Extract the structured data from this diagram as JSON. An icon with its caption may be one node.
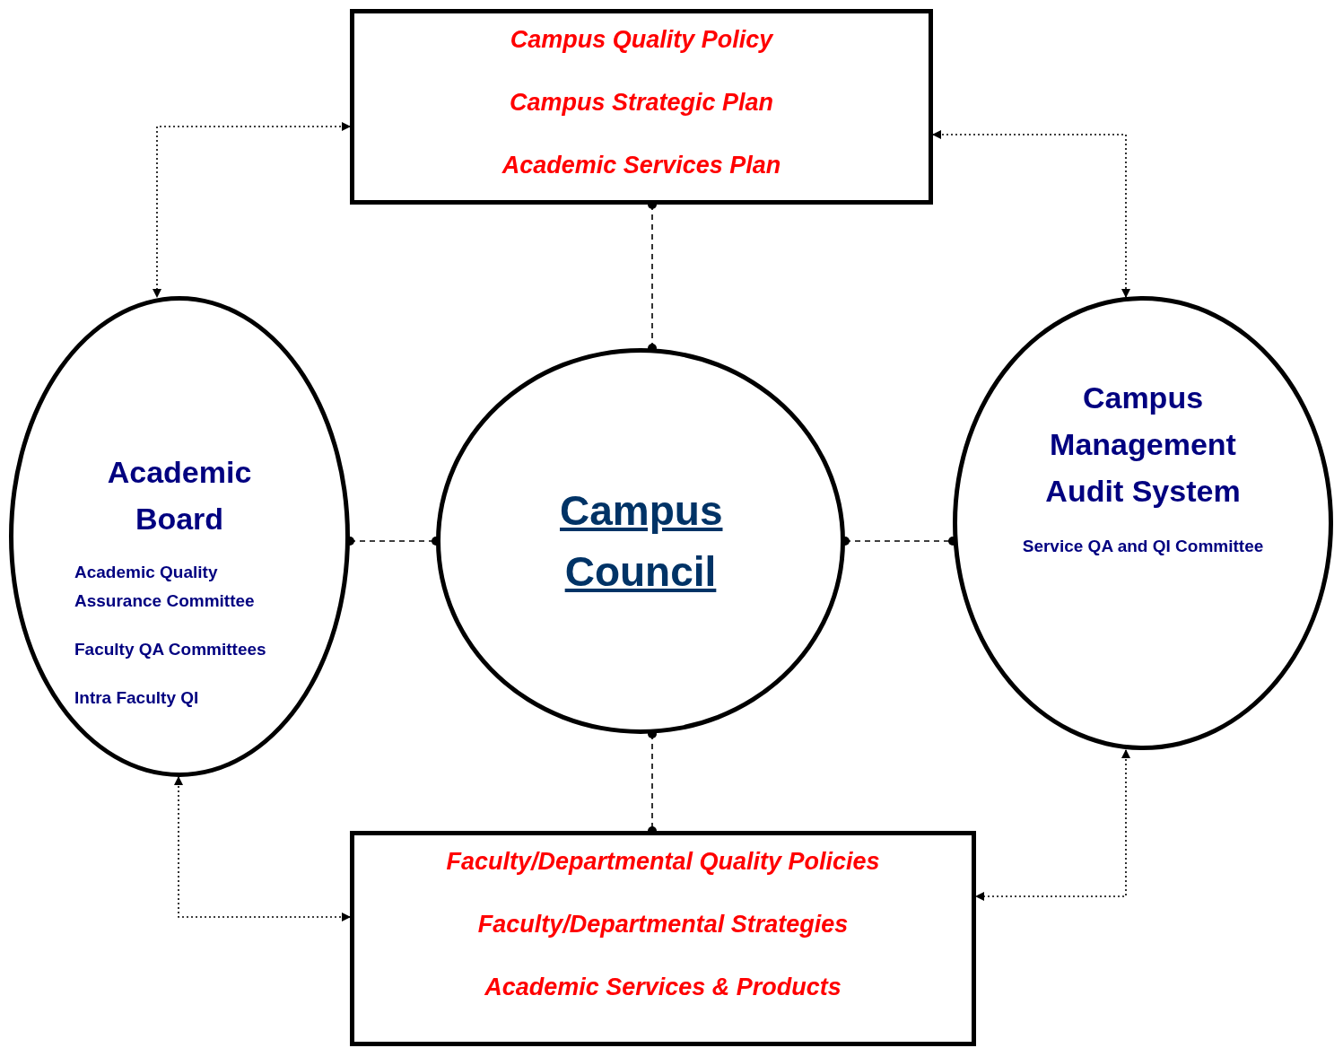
{
  "diagram": {
    "nodes": [
      {
        "text": [
          "Campus Quality Policy",
          "Campus Strategic Plan",
          "Academic Services Plan"
        ]
      },
      {
        "text": [
          "Academic Board",
          "Academic Quality Assurance Committee",
          "Faculty QA Committees",
          "Intra Faculty QI"
        ]
      },
      {
        "text": [
          "Campus Council"
        ]
      },
      {
        "text": [
          "Campus Management Audit System",
          "Service QA and QI Committee"
        ]
      },
      {
        "text": [
          "Faculty/Departmental Quality Policies",
          "Faculty/Departmental Strategies",
          "Academic Services & Products"
        ]
      }
    ],
    "edges": [
      {
        "from": 0,
        "to": 1,
        "arrow": "both"
      },
      {
        "from": 0,
        "to": 3,
        "arrow": "both"
      },
      {
        "from": 0,
        "to": 2,
        "arrow": "other",
        "style": "dashed"
      },
      {
        "from": 1,
        "to": 2,
        "arrow": "other",
        "style": "dashed"
      },
      {
        "from": 2,
        "to": 3,
        "arrow": "other",
        "style": "dashed"
      },
      {
        "from": 2,
        "to": 4,
        "arrow": "other",
        "style": "dashed"
      },
      {
        "from": 1,
        "to": 4,
        "arrow": "both"
      },
      {
        "from": 3,
        "to": 4,
        "arrow": "both"
      }
    ]
  }
}
